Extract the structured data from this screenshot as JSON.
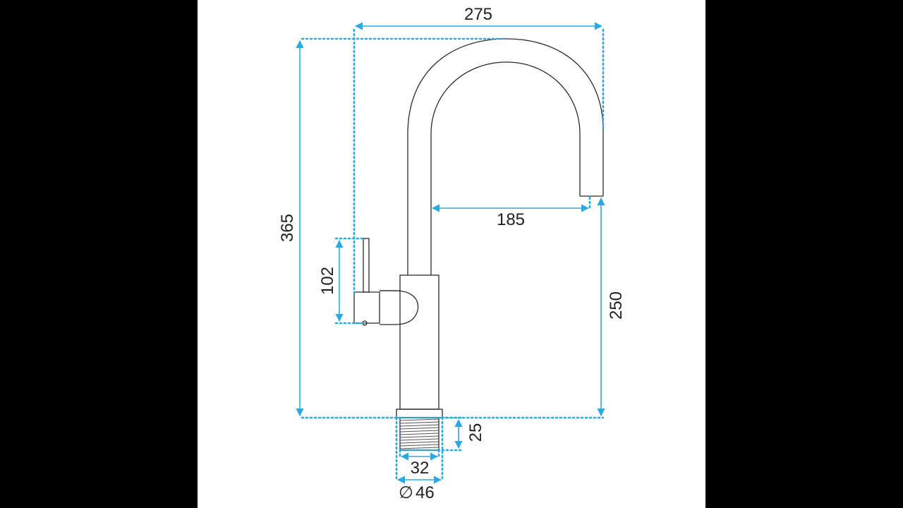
{
  "dimensions": {
    "total_width": "275",
    "total_height": "365",
    "spout_reach": "185",
    "spout_height": "250",
    "handle_height": "102",
    "thread_length": "25",
    "thread_diameter": "32",
    "base_diameter": "46",
    "diameter_symbol": "∅"
  },
  "colors": {
    "background": "#000000",
    "sheet": "#ffffff",
    "dimension_line": "#29abe2",
    "outline": "#2b2b2b"
  }
}
